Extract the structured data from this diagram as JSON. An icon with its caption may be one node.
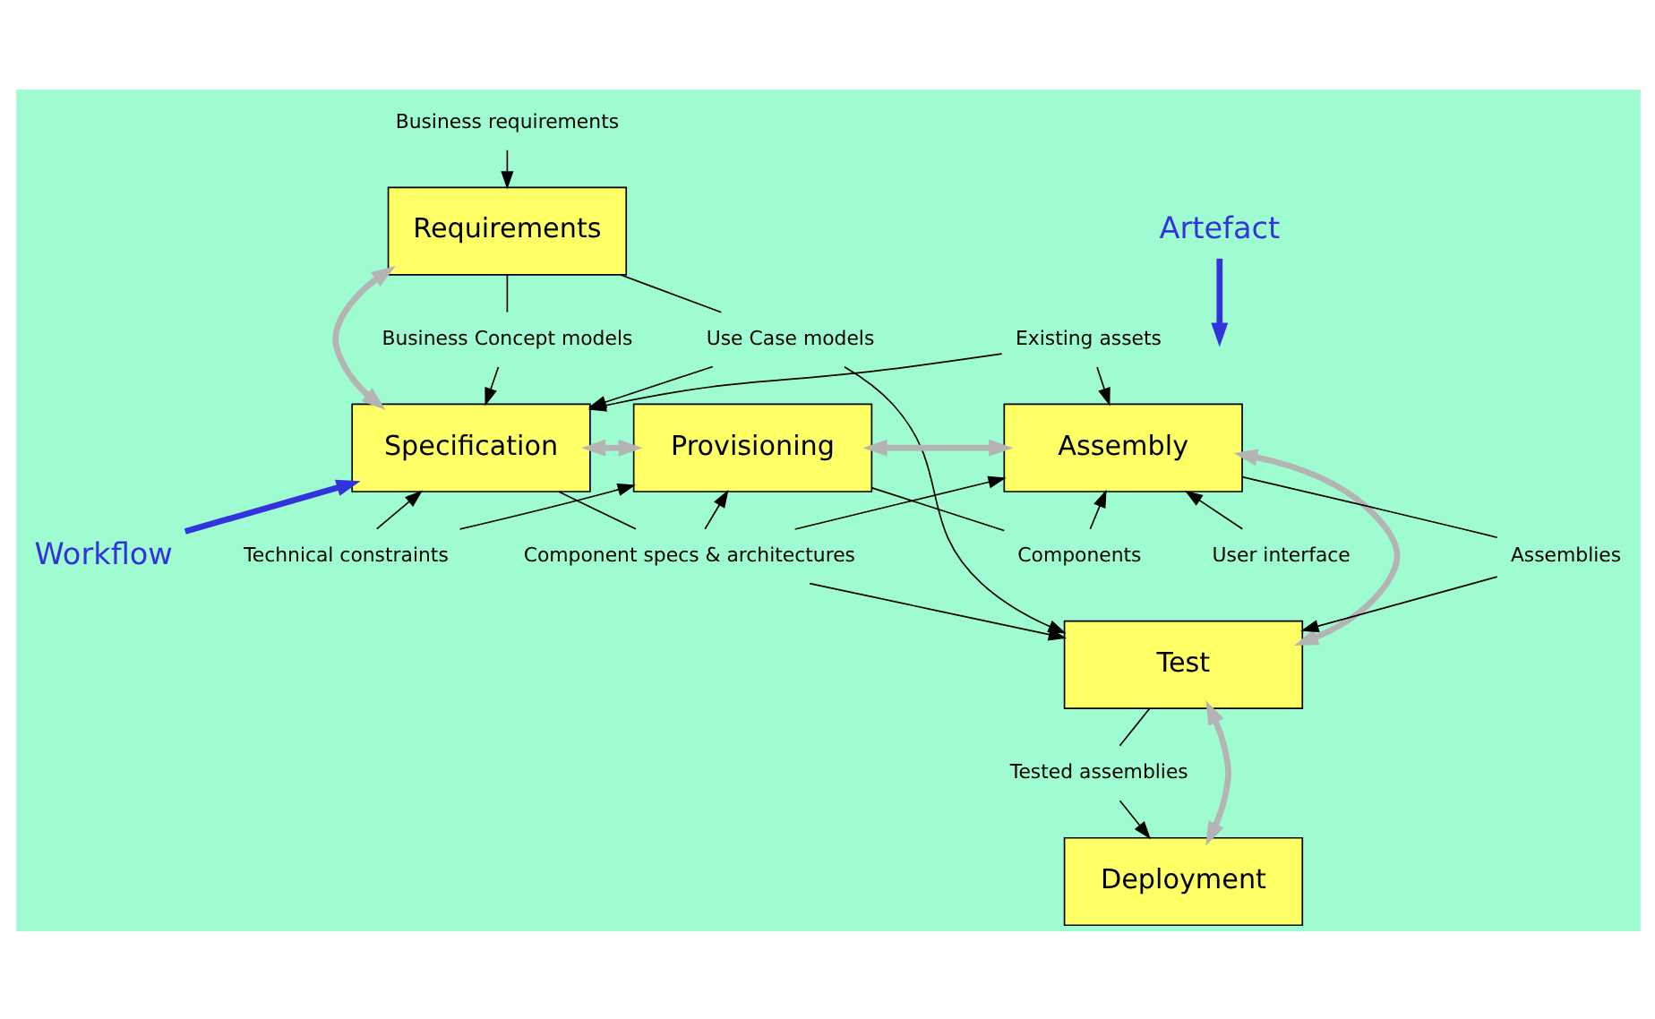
{
  "diagram": {
    "nodes": [
      {
        "text": [
          "Business requirements"
        ]
      },
      {
        "text": [
          "Requirements"
        ]
      },
      {
        "text": [
          "Business Concept models"
        ]
      },
      {
        "text": [
          "Use Case models"
        ]
      },
      {
        "text": [
          "Specification"
        ]
      },
      {
        "text": [
          "Technical constraints"
        ]
      },
      {
        "text": [
          "Provisioning"
        ]
      },
      {
        "text": [
          "Components"
        ]
      },
      {
        "text": [
          "Existing assets"
        ]
      },
      {
        "text": [
          "User interface"
        ]
      },
      {
        "text": [
          "Assembly"
        ]
      },
      {
        "text": [
          "Component specs & architectures"
        ]
      },
      {
        "text": [
          "Test"
        ]
      },
      {
        "text": [
          "Assemblies"
        ]
      },
      {
        "text": [
          "Tested assemblies"
        ]
      },
      {
        "text": [
          "Deployment"
        ]
      },
      {
        "text": [
          "Artefact"
        ]
      },
      {
        "text": [
          "Workflow"
        ]
      }
    ],
    "edges": [
      {
        "from": 0,
        "to": 1,
        "arrow": "to"
      },
      {
        "from": 1,
        "to": 2,
        "arrow": "none"
      },
      {
        "from": 2,
        "to": 4,
        "arrow": "to"
      },
      {
        "from": 1,
        "to": 3,
        "arrow": "none"
      },
      {
        "from": 3,
        "to": 4,
        "arrow": "to"
      },
      {
        "from": 3,
        "to": 12,
        "arrow": "to"
      },
      {
        "from": 1,
        "to": 4,
        "arrow": "both",
        "style": "thick",
        "color": "#b4b4b4"
      },
      {
        "from": 5,
        "to": 4,
        "arrow": "to"
      },
      {
        "from": 5,
        "to": 6,
        "arrow": "to"
      },
      {
        "from": 8,
        "to": 10,
        "arrow": "to"
      },
      {
        "from": 8,
        "to": 4,
        "arrow": "to"
      },
      {
        "from": 6,
        "to": 7,
        "arrow": "none"
      },
      {
        "from": 7,
        "to": 10,
        "arrow": "to"
      },
      {
        "from": 9,
        "to": 10,
        "arrow": "to"
      },
      {
        "from": 4,
        "to": 6,
        "arrow": "both",
        "style": "thick",
        "color": "#b4b4b4"
      },
      {
        "from": 6,
        "to": 10,
        "arrow": "both",
        "style": "thick",
        "color": "#b4b4b4"
      },
      {
        "from": 4,
        "to": 11,
        "arrow": "none"
      },
      {
        "from": 11,
        "to": 6,
        "arrow": "to"
      },
      {
        "from": 11,
        "to": 10,
        "arrow": "to"
      },
      {
        "from": 11,
        "to": 12,
        "arrow": "to"
      },
      {
        "from": 10,
        "to": 12,
        "arrow": "both",
        "style": "thick",
        "color": "#b4b4b4"
      },
      {
        "from": 10,
        "to": 13,
        "arrow": "none"
      },
      {
        "from": 13,
        "to": 12,
        "arrow": "to"
      },
      {
        "from": 12,
        "to": 14,
        "arrow": "none"
      },
      {
        "from": 14,
        "to": 15,
        "arrow": "to"
      },
      {
        "from": 12,
        "to": 15,
        "arrow": "both",
        "style": "thick",
        "color": "#b4b4b4"
      },
      {
        "from": 16,
        "to": null,
        "arrow": "to",
        "color": "#3333dd",
        "style": "thick"
      },
      {
        "from": 17,
        "to": 4,
        "arrow": "to",
        "color": "#3333dd",
        "style": "thick"
      }
    ]
  }
}
